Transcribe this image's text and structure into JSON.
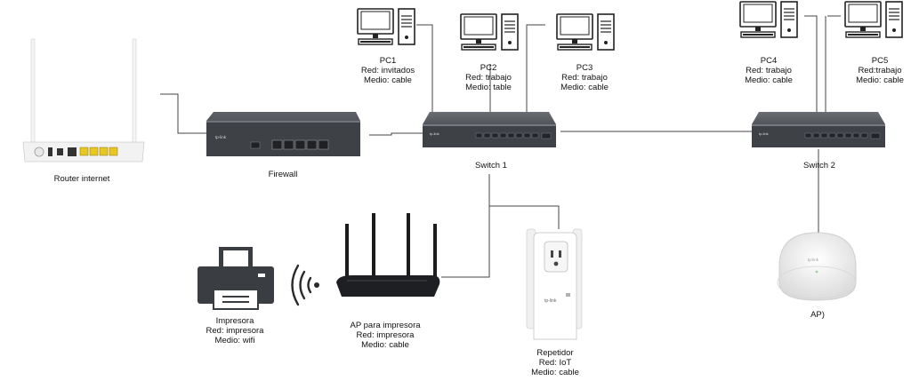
{
  "nodes": {
    "router": {
      "name": "Router internet"
    },
    "firewall": {
      "name": "Firewall"
    },
    "switch1": {
      "name": "Switch 1"
    },
    "switch2": {
      "name": "Switch 2"
    },
    "pc1": {
      "name": "PC1",
      "red": "Red: invitados",
      "medio": "Medio: cable"
    },
    "pc2": {
      "name": "PC2",
      "red": "Red: trabajo",
      "medio": "Medio: table"
    },
    "pc3": {
      "name": "PC3",
      "red": "Red: trabajo",
      "medio": "Medio: cable"
    },
    "pc4": {
      "name": "PC4",
      "red": "Red: trabajo",
      "medio": "Medio: cable"
    },
    "pc5": {
      "name": "PC5",
      "red": "Red:trabajo",
      "medio": "Medio: cable"
    },
    "printer": {
      "name": "Impresora",
      "red": "Red: impresora",
      "medio": "Medio: wifi"
    },
    "ap_printer": {
      "name": "AP para impresora",
      "red": "Red: impresora",
      "medio": "Medio: cable"
    },
    "repeater": {
      "name": "Repetidor",
      "red": "Red: IoT",
      "medio": "Medio: cable"
    },
    "ap": {
      "name": "AP)"
    }
  },
  "logos": {
    "brand": "tp-link"
  },
  "colors": {
    "line": "#444444",
    "device_dark": "#3a3d42",
    "port_yellow": "#e8c820",
    "router_white": "#f2f2f2"
  }
}
